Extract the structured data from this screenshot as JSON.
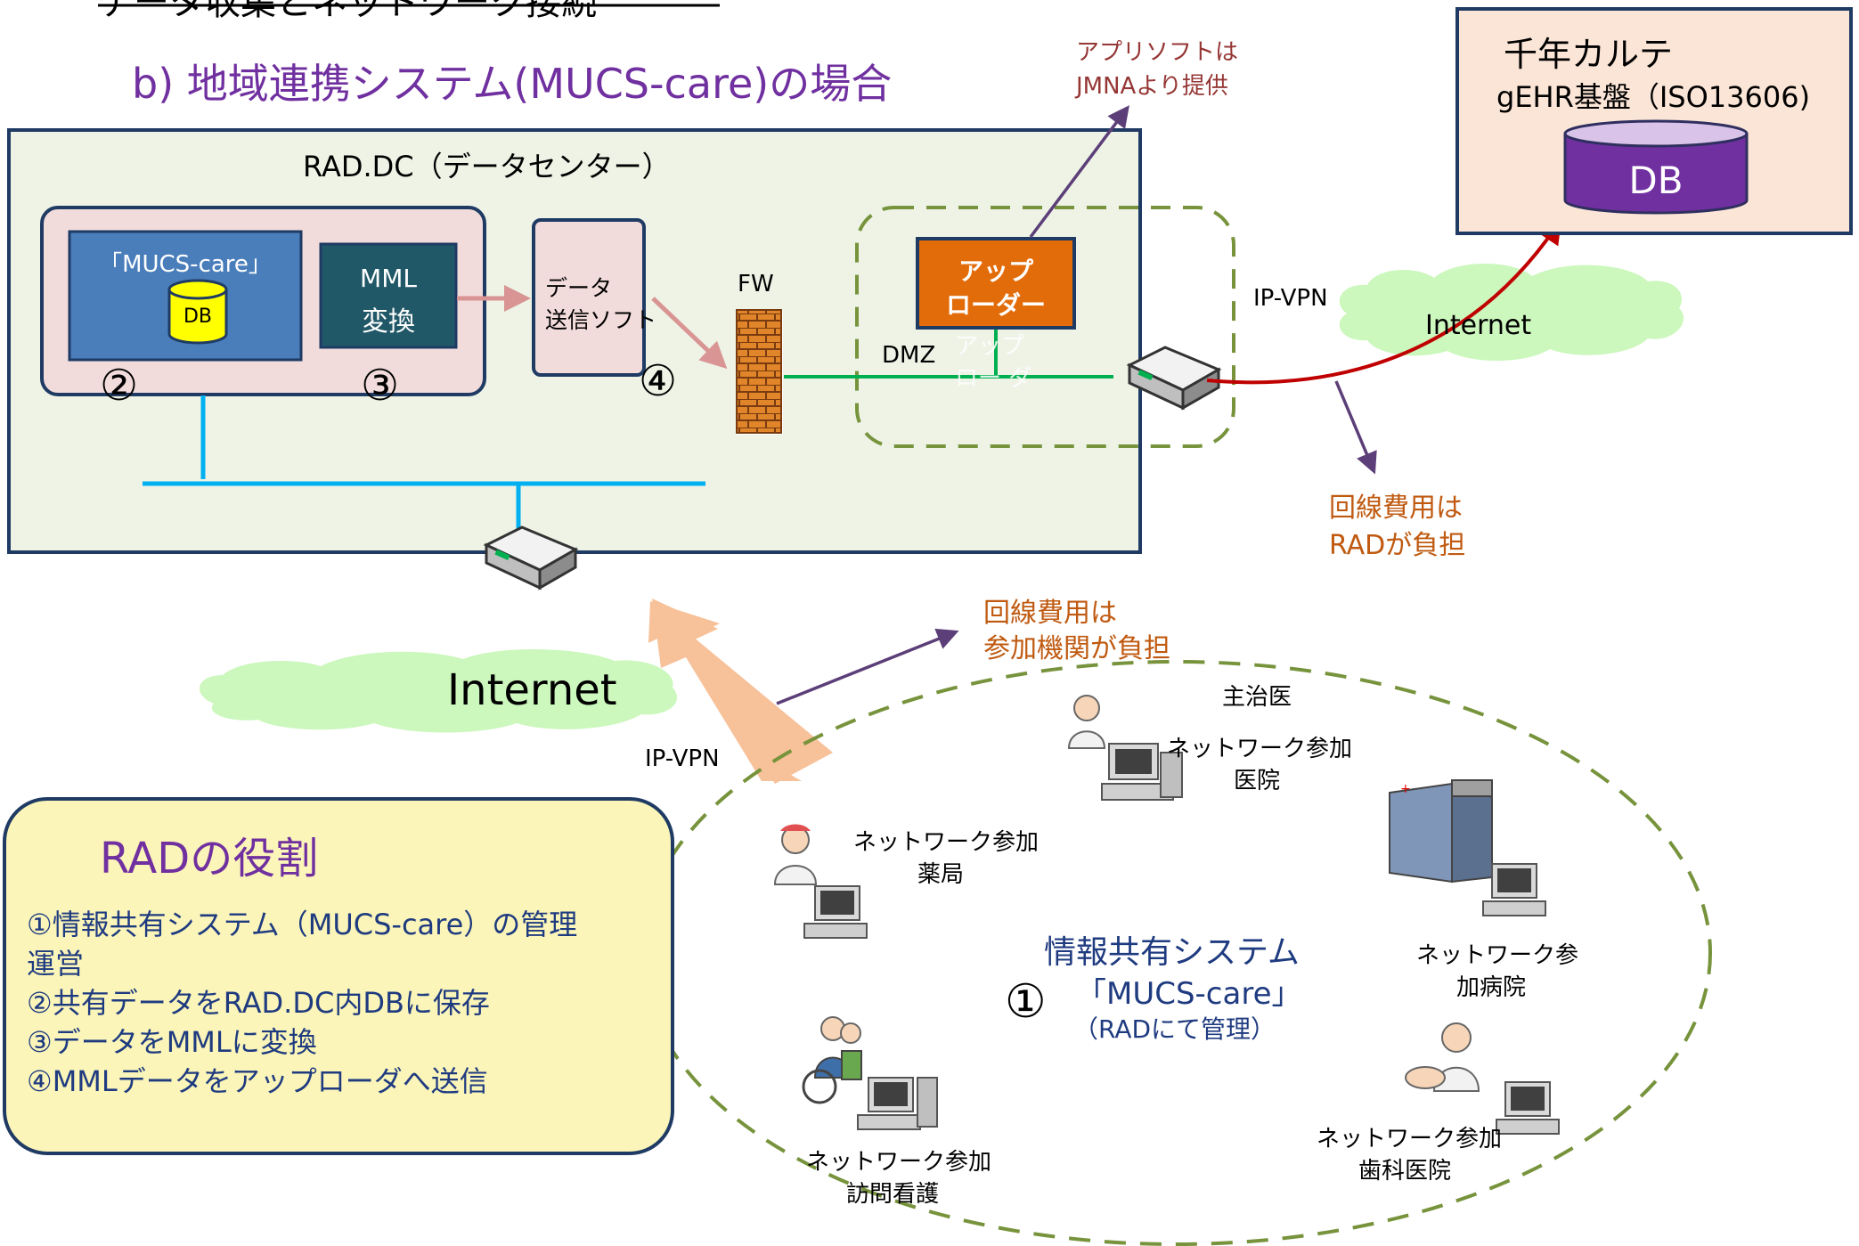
{
  "header": {
    "cut_title": "データ収集とネットワーク接続",
    "subtitle": "b) 地域連携システム(MUCS-care)の場合"
  },
  "datacenter": {
    "title": "RAD.DC（データセンター）",
    "mucs_label": "「MUCS-care」",
    "db_label": "DB",
    "mml_label_1": "MML",
    "mml_label_2": "変換",
    "send_label_1": "データ",
    "send_label_2": "送信ソフト",
    "fw_label": "FW",
    "dmz_label": "DMZ",
    "uploader_label_1": "アップ",
    "uploader_label_2": "ローダー",
    "ghost_1": "アップ",
    "ghost_2": "ロー ダ",
    "step2": "②",
    "step3": "③",
    "step4": "④"
  },
  "notes": {
    "app_soft_1": "アプリソフトは",
    "app_soft_2": "JMNAより提供",
    "cost_rad_1": "回線費用は",
    "cost_rad_2": "RADが負担",
    "cost_member_1": "回線費用は",
    "cost_member_2": "参加機関が負担"
  },
  "karte": {
    "title": "千年カルテ",
    "subtitle": "gEHR基盤（ISO13606)",
    "db_label": "DB"
  },
  "network": {
    "ipvpn_right": "IP-VPN",
    "internet_right": "Internet",
    "internet_left": "Internet",
    "ipvpn_left": "IP-VPN"
  },
  "roles": {
    "title": "RADの役割",
    "items": [
      "①情報共有システム（MUCS-care）の管理",
      "運営",
      "②共有データをRAD.DC内DBに保存",
      "③データをMMLに変換",
      "④MMLデータをアップローダへ送信"
    ]
  },
  "participants": {
    "doctor_top": "主治医",
    "clinic_1": "ネットワーク参加",
    "clinic_2": "医院",
    "pharmacy_1": "ネットワーク参加",
    "pharmacy_2": "薬局",
    "hospital_1": "ネットワーク参",
    "hospital_2": "加病院",
    "visiting_1": "ネットワーク参加",
    "visiting_2": "訪問看護",
    "dental_1": "ネットワーク参加",
    "dental_2": "歯科医院",
    "system_number": "①",
    "system_title": "情報共有システム",
    "system_name": "「MUCS-care」",
    "system_note": "（RADにて管理）"
  },
  "colors": {
    "title_purple": "#7030a0",
    "box_green": "#eef3e6",
    "border_navy": "#1f3b64",
    "mucs_blue": "#4a7ebb",
    "mml_teal": "#215868",
    "uploader_orange": "#e36c0a",
    "dmz_green": "#77933c",
    "note_brown": "#953735",
    "internet_green": "#ccf7bd",
    "roles_yellow": "#fbf5b9",
    "arrow_orange": "#f7c199",
    "system_blue": "#1f3b80"
  }
}
